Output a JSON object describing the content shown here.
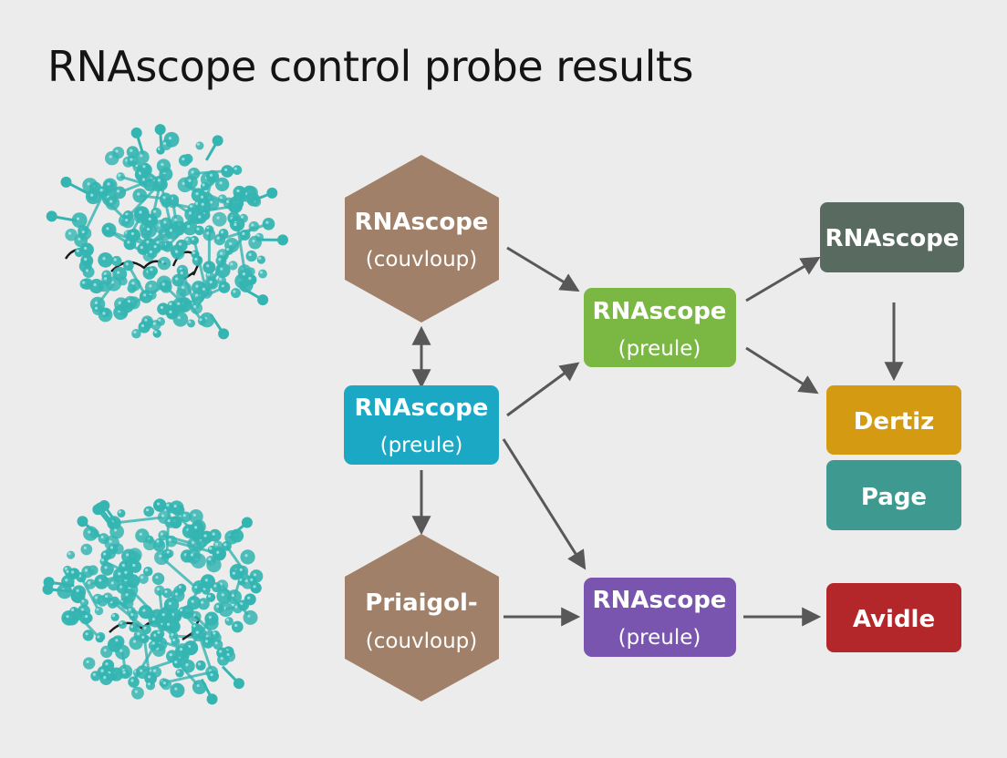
{
  "title": "RNAscope control probe results",
  "colors": {
    "background": "#ececec",
    "hexagon": "#a08068",
    "cyan": "#1aa8c4",
    "green": "#7ab843",
    "slate": "#596a60",
    "mustard": "#d49a12",
    "teal": "#3e9a90",
    "purple": "#7a55b0",
    "red": "#b3272b",
    "molecule": "#35b5b2",
    "arrow": "#585858"
  },
  "nodes": {
    "hex_top": {
      "line1": "RNAscope",
      "line2": "(couvloup)"
    },
    "center": {
      "line1": "RNAscope",
      "line2": "(preule)"
    },
    "hex_bottom": {
      "line1": "Priaigol-",
      "line2": "(couvloup)"
    },
    "green": {
      "line1": "RNAscope",
      "line2": "(preule)"
    },
    "purple": {
      "line1": "RNAscope",
      "line2": "(preule)"
    },
    "slate": {
      "label": "RNAscope"
    },
    "mustard": {
      "label": "Dertiz"
    },
    "teal": {
      "label": "Page"
    },
    "red": {
      "label": "Avidle"
    }
  },
  "molecule_icons": [
    "protein-structure-icon",
    "protein-structure-icon"
  ]
}
